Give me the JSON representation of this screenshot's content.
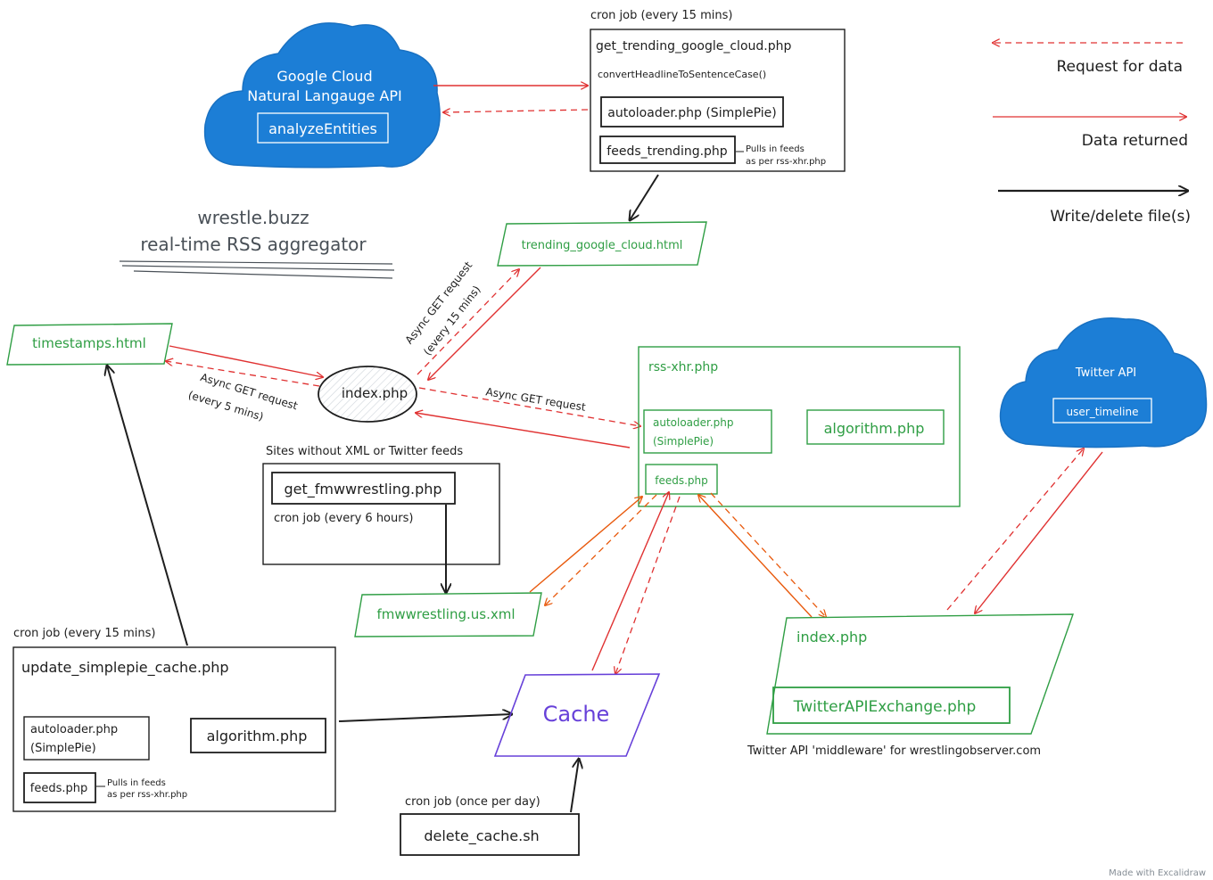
{
  "legend": {
    "request": "Request for data",
    "returned": "Data returned",
    "write": "Write/delete file(s)"
  },
  "title": {
    "line1": "wrestle.buzz",
    "line2": "real-time RSS aggregator"
  },
  "google_cloud": {
    "name_line1": "Google Cloud",
    "name_line2": "Natural Langauge API",
    "method": "analyzeEntities"
  },
  "trending_job": {
    "caption": "cron job (every 15 mins)",
    "script": "get_trending_google_cloud.php",
    "function": "convertHeadlineToSentenceCase()",
    "autoloader": "autoloader.php (SimplePie)",
    "feeds": "feeds_trending.php",
    "note_line1": "Pulls in feeds",
    "note_line2": "as per rss-xhr.php"
  },
  "trending_html": "trending_google_cloud.html",
  "timestamps_html": "timestamps.html",
  "index": "index.php",
  "edge_labels": {
    "trending_line1": "Async GET request",
    "trending_line2": "(every 15 mins)",
    "timestamps_line1": "Async GET request",
    "timestamps_line2": "(every 5 mins)",
    "rss": "Async GET request"
  },
  "rss": {
    "name": "rss-xhr.php",
    "autoloader_line1": "autoloader.php",
    "autoloader_line2": "(SimplePie)",
    "algorithm": "algorithm.php",
    "feeds": "feeds.php"
  },
  "twitter": {
    "name": "Twitter API",
    "method": "user_timeline"
  },
  "fmw_job": {
    "caption": "Sites without XML or Twitter feeds",
    "script": "get_fmwwrestling.php",
    "schedule": "cron job (every 6 hours)"
  },
  "fmw_xml": "fmwwrestling.us.xml",
  "middleware": {
    "name": "index.php",
    "exchange": "TwitterAPIExchange.php",
    "caption": "Twitter API 'middleware' for wrestlingobserver.com"
  },
  "update_job": {
    "caption": "cron job (every 15 mins)",
    "script": "update_simplepie_cache.php",
    "autoloader_line1": "autoloader.php",
    "autoloader_line2": "(SimplePie)",
    "algorithm": "algorithm.php",
    "feeds": "feeds.php",
    "note_line1": "Pulls in feeds",
    "note_line2": "as per rss-xhr.php"
  },
  "cache": "Cache",
  "delete_job": {
    "caption": "cron job (once per day)",
    "script": "delete_cache.sh"
  },
  "footer": "Made with Excalidraw",
  "colors": {
    "red": "#e03131",
    "orange": "#e8590c",
    "green": "#2f9e44",
    "blue": "#1c7ed6",
    "purple": "#6741d9",
    "black": "#1e1e1e"
  }
}
